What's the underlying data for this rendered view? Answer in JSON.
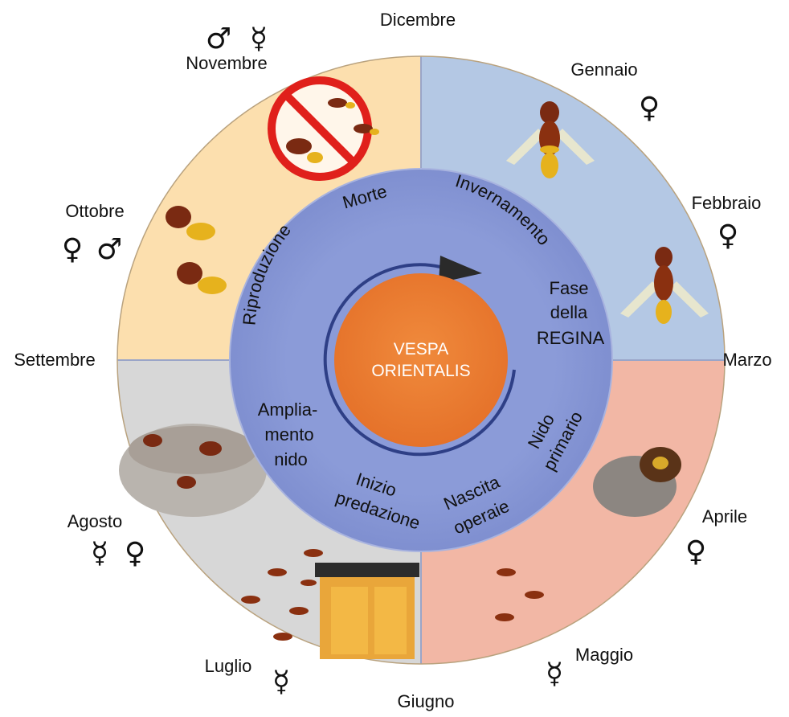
{
  "center": {
    "line1": "VESPA",
    "line2": "ORIENTALIS"
  },
  "months": {
    "dicembre": "Dicembre",
    "gennaio": "Gennaio",
    "febbraio": "Febbraio",
    "marzo": "Marzo",
    "aprile": "Aprile",
    "maggio": "Maggio",
    "giugno": "Giugno",
    "luglio": "Luglio",
    "agosto": "Agosto",
    "settembre": "Settembre",
    "ottobre": "Ottobre",
    "novembre": "Novembre"
  },
  "symbols": {
    "female": "♀",
    "male": "♂",
    "worker": "☿"
  },
  "phases": {
    "morte": "Morte",
    "invernamento": "Invernamento",
    "fase_regina": [
      "Fase",
      "della",
      "REGINA"
    ],
    "nido_primario": [
      "Nido",
      "primario"
    ],
    "nascita_operaie": [
      "Nascita",
      "operaie"
    ],
    "inizio_predazione": [
      "Inizio",
      "predazione"
    ],
    "ampliamento_nido": [
      "Amplia-",
      "mento",
      "nido"
    ],
    "riproduzione": "Riproduzione"
  },
  "colors": {
    "quadrant_top_left": "#fcdfae",
    "quadrant_top_right": "#b4c8e4",
    "quadrant_bottom_right": "#f2b7a5",
    "quadrant_bottom_left": "#d7d7d7",
    "inner_ring": "#8f9ed9",
    "center": "#ec7c30",
    "cycle_arrow": "#2e3f86",
    "forbidden_sign": "#e0201b"
  }
}
